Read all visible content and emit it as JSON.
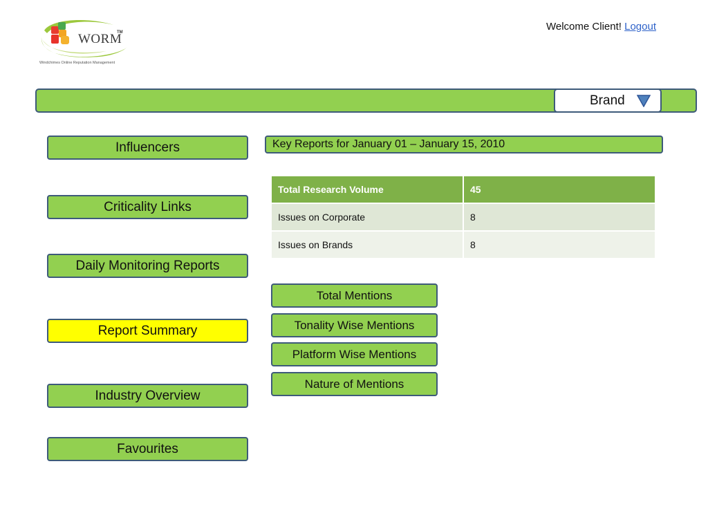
{
  "header": {
    "logo": {
      "wordmark": "WORM",
      "trademark": "TM",
      "tagline": "Windchimes Online Reputation Management"
    },
    "welcome_text": "Welcome Client!",
    "logout_label": "Logout"
  },
  "topbar": {
    "brand_select": {
      "value": "Brand"
    }
  },
  "sidebar": {
    "items": [
      {
        "label": "Influencers",
        "active": false
      },
      {
        "label": "Criticality Links",
        "active": false
      },
      {
        "label": "Daily Monitoring Reports",
        "active": false
      },
      {
        "label": "Report Summary",
        "active": true
      },
      {
        "label": "Industry Overview",
        "active": false
      },
      {
        "label": "Favourites",
        "active": false
      }
    ]
  },
  "main": {
    "report_title": "Key Reports for January 01 – January 15, 2010",
    "table": {
      "header": [
        "Total Research Volume",
        "45"
      ],
      "rows": [
        [
          "Issues on Corporate",
          "8"
        ],
        [
          "Issues on Brands",
          "8"
        ]
      ]
    },
    "mention_buttons": [
      {
        "label": "Total Mentions"
      },
      {
        "label": "Tonality Wise Mentions"
      },
      {
        "label": "Platform Wise Mentions"
      },
      {
        "label": "Nature of Mentions"
      }
    ]
  },
  "colors": {
    "accent_green": "#92d050",
    "active_yellow": "#ffff00",
    "border_blue": "#3d5a7a",
    "table_header": "#7fb148",
    "link_blue": "#2e62c9"
  }
}
